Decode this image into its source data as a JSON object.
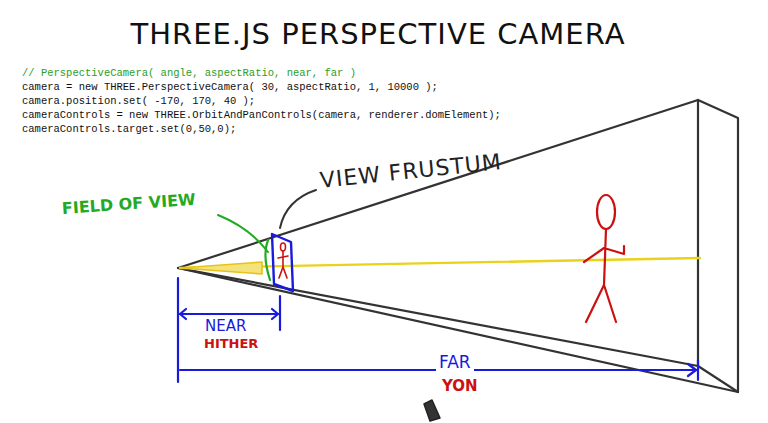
{
  "diagram": {
    "title": "THREE.JS PERSPECTIVE CAMERA",
    "labels": [
      "// PerspectiveCamera( angle, aspectRatio, near, far )",
      "camera = new THREE.PerspectiveCamera( 30, aspectRatio, 1, 10000 );",
      "camera.position.set( -170, 170, 40 );",
      "cameraControls = new THREE.OrbitAndPanControls(camera, renderer.domElement);",
      "cameraControls.target.set(0,50,0);",
      "VIEW FRUSTUM",
      "FIELD OF VIEW",
      "NEAR",
      "HITHER",
      "FAR",
      "YON"
    ]
  }
}
